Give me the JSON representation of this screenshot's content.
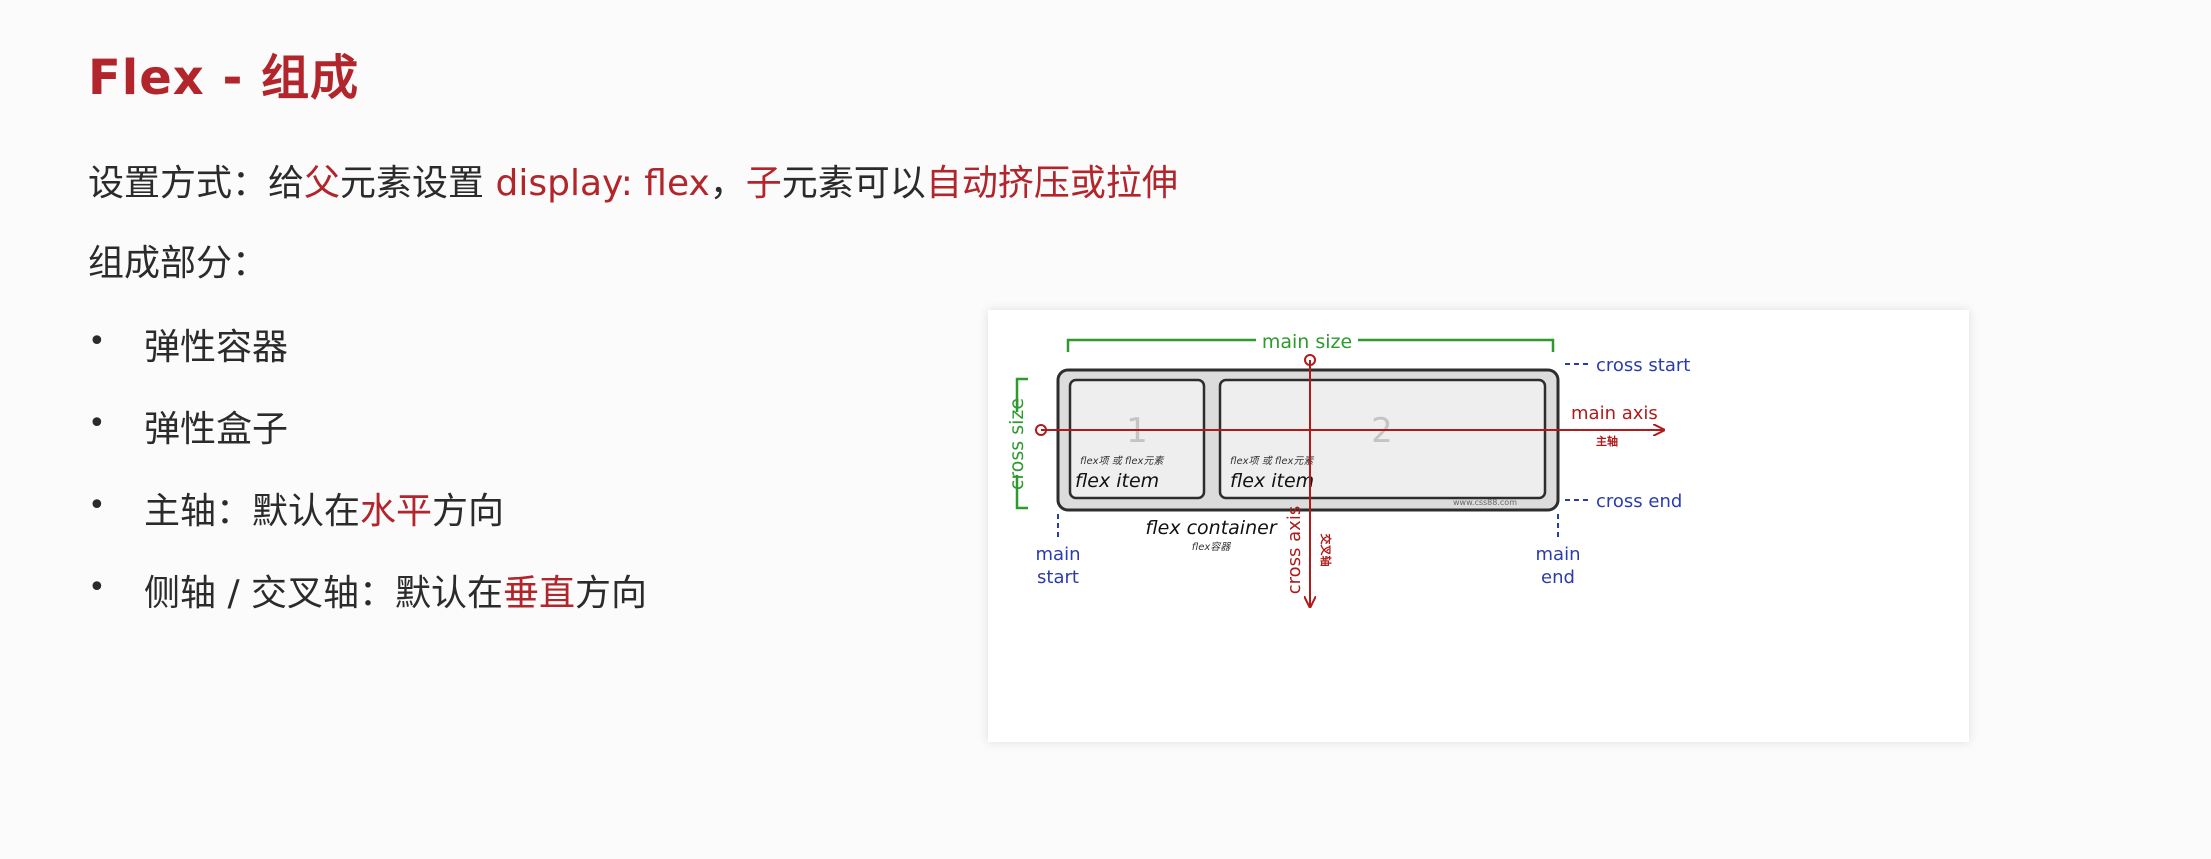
{
  "title": "Flex - 组成",
  "intro": {
    "prefix": "设置方式：给",
    "parent": "父",
    "middle": "元素设置 ",
    "code": "display: flex",
    "comma": "，",
    "child": "子",
    "middle2": "元素可以",
    "effect": "自动挤压或拉伸"
  },
  "parts_label": "组成部分：",
  "bullets": [
    {
      "text": "弹性容器"
    },
    {
      "text": "弹性盒子"
    },
    {
      "prefix": "主轴：默认在",
      "highlight": "水平",
      "suffix": "方向"
    },
    {
      "prefix": "侧轴 / 交叉轴：默认在",
      "highlight": "垂直",
      "suffix": "方向"
    }
  ],
  "diagram": {
    "main_size": "main size",
    "cross_size": "cross size",
    "cross_start": "cross start",
    "cross_end": "cross end",
    "main_axis": "main axis",
    "main_axis_cn": "主轴",
    "cross_axis": "cross axis",
    "cross_axis_cn": "交叉轴",
    "main_start_1": "main",
    "main_start_2": "start",
    "main_end_1": "main",
    "main_end_2": "end",
    "item1_number": "1",
    "item2_number": "2",
    "item_note": "flex项 或 flex元素",
    "item_label": "flex item",
    "container_label": "flex container",
    "container_cn": "flex容器",
    "watermark": "www.css88.com",
    "colors": {
      "green": "#2e9a2e",
      "blue": "#2a3bb0",
      "red": "#b01a1a"
    }
  }
}
